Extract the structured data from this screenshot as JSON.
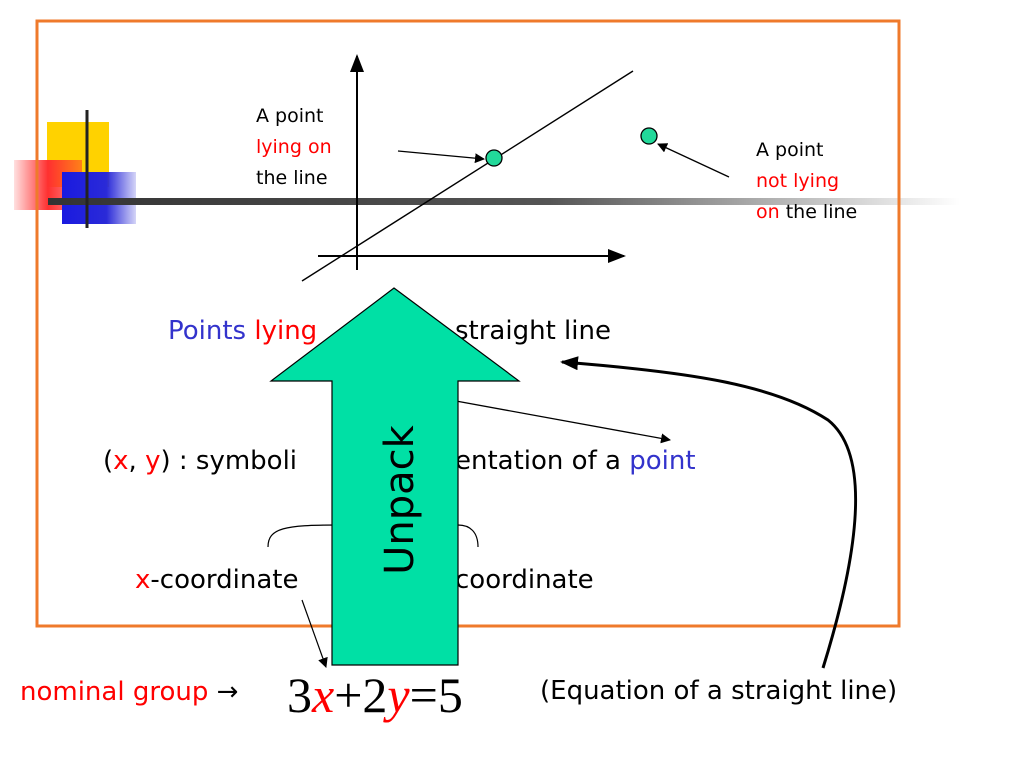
{
  "graph": {
    "on_line_label": {
      "line1": "A point",
      "line2": "lying on",
      "line3": "the line"
    },
    "off_line_label": {
      "line1": "A point",
      "line2a": "not lying",
      "line3a": "on",
      "line3b": " the line"
    }
  },
  "statements": {
    "points_lying": {
      "part1": "Points",
      "part2": " lying",
      "part3": "straight line"
    },
    "representation": {
      "open": "(",
      "x": "x",
      "comma": ", ",
      "y": "y",
      "rest": ") : symboli",
      "rest2": "entation of a",
      "point": "point"
    },
    "coordinates": {
      "x": "x",
      "x_rest": "-coordinate",
      "y_rest": "coordinate"
    }
  },
  "equation": {
    "nominal_a": "nominal",
    "nominal_b": " group",
    "arrow": "→",
    "coef_x": "3",
    "var_x": "x",
    "plus": "+",
    "coef_y": "2",
    "var_y": "y",
    "equals": "=",
    "rhs": "5",
    "caption": "(Equation of a straight line)"
  },
  "unpack_arrow": {
    "label": "Unpack",
    "color": "#00e0a5"
  },
  "colors": {
    "frame": "#ef7a2b",
    "red": "#ff0000",
    "blue": "#3333cc",
    "dot": "#22d99a"
  }
}
